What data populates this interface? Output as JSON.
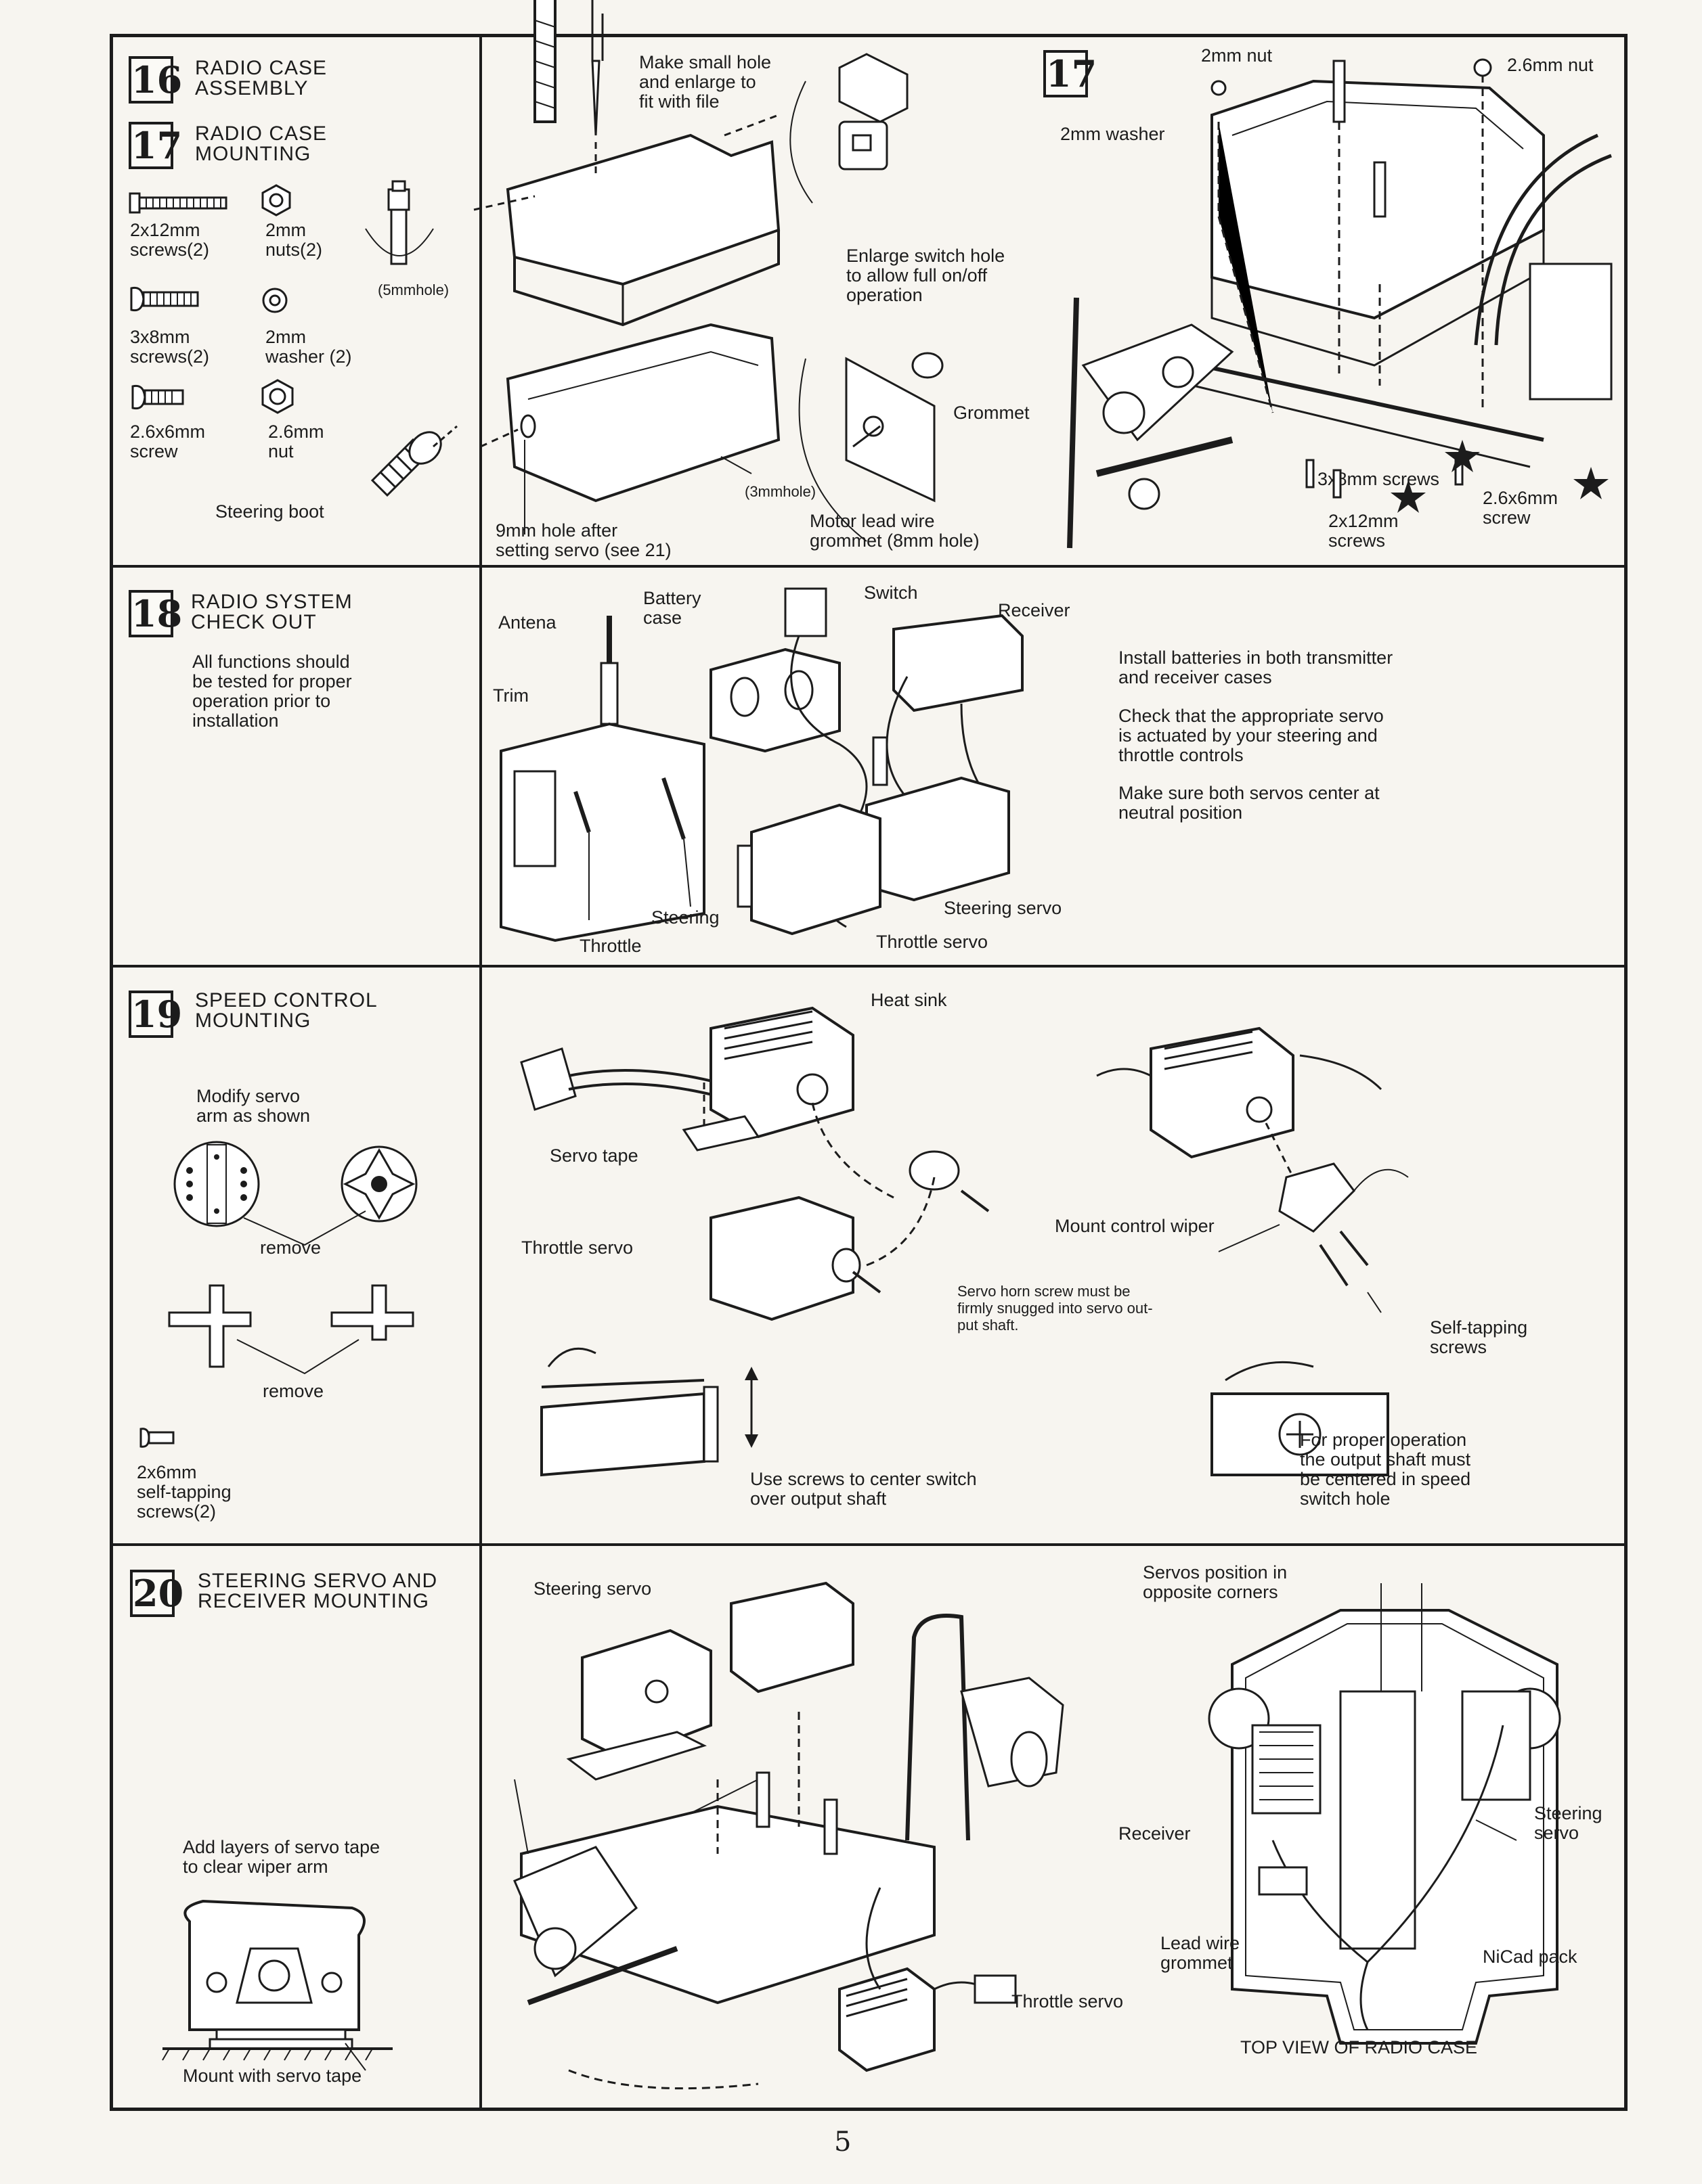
{
  "page_number": "5",
  "step16": {
    "number": "16",
    "title": "RADIO CASE\nASSEMBLY"
  },
  "step17": {
    "number": "17",
    "title": "RADIO CASE\nMOUNTING",
    "parts": {
      "screw_2x12": "2x12mm\nscrews(2)",
      "nut_2": "2mm\nnuts(2)",
      "hole_5mm": "(5mmhole)",
      "screw_3x8": "3x8mm\nscrews(2)",
      "washer_2": "2mm\nwasher (2)",
      "screw_26x6": "2.6x6mm\nscrew",
      "nut_26": "2.6mm\nnut",
      "steering_boot": "Steering boot"
    },
    "callouts": {
      "small_hole": "Make small hole\nand enlarge to\nfit with file",
      "enlarge_switch": "Enlarge switch hole\nto allow full on/off\noperation",
      "grommet": "Grommet",
      "hole_3mm": "(3mmhole)",
      "hole_9mm": "9mm hole after\nsetting servo (see 21)",
      "motor_lead": "Motor lead wire\ngrommet (8mm hole)"
    },
    "mount_callouts": {
      "number": "17",
      "nut_2mm": "2mm nut",
      "nut_26mm": "2.6mm nut",
      "washer_2mm": "2mm washer",
      "screws_3x8": "3x8mm screws",
      "screws_2x12": "2x12mm\nscrews",
      "screw_26x6": "2.6x6mm\nscrew"
    }
  },
  "step18": {
    "number": "18",
    "title": "RADIO SYSTEM\nCHECK OUT",
    "intro": "All functions should\nbe tested for proper\noperation prior to\ninstallation",
    "labels": {
      "antena": "Antena",
      "battery_case": "Battery\ncase",
      "switch": "Switch",
      "receiver": "Receiver",
      "trim": "Trim",
      "steering": "Steering",
      "throttle": "Throttle",
      "steering_servo": "Steering servo",
      "throttle_servo": "Throttle servo"
    },
    "instructions": [
      "Install batteries in both transmitter\nand receiver cases",
      "Check that the appropriate servo\nis actuated by your steering and\nthrottle controls",
      "Make sure both servos center at\nneutral position"
    ]
  },
  "step19": {
    "number": "19",
    "title": "SPEED CONTROL\nMOUNTING",
    "modify": "Modify servo\narm as shown",
    "remove": "remove",
    "screws": "2x6mm\nself-tapping\nscrews(2)",
    "labels": {
      "heat_sink": "Heat sink",
      "servo_tape": "Servo tape",
      "throttle_servo": "Throttle servo",
      "horn_screw": "Servo horn screw must be\nfirmly snugged into servo out-\nput shaft.",
      "mount_wiper": "Mount control wiper",
      "self_tapping": "Self-tapping\nscrews",
      "center_switch": "Use screws to center switch\nover output shaft",
      "proper_operation": "For proper operation\nthe output shaft must\nbe centered in speed\nswitch hole"
    }
  },
  "step20": {
    "number": "20",
    "title": "STEERING SERVO AND\nRECEIVER MOUNTING",
    "add_layers": "Add layers of servo tape\nto clear wiper arm",
    "mount_tape": "Mount with servo tape",
    "labels": {
      "steering_servo": "Steering servo",
      "throttle_servo": "Throttle servo",
      "servos_position": "Servos position in\nopposite corners",
      "receiver": "Receiver",
      "steering_servo_right": "Steering\nservo",
      "lead_wire": "Lead wire\ngrommet",
      "nicad": "NiCad pack",
      "top_view": "TOP VIEW OF RADIO CASE"
    }
  }
}
